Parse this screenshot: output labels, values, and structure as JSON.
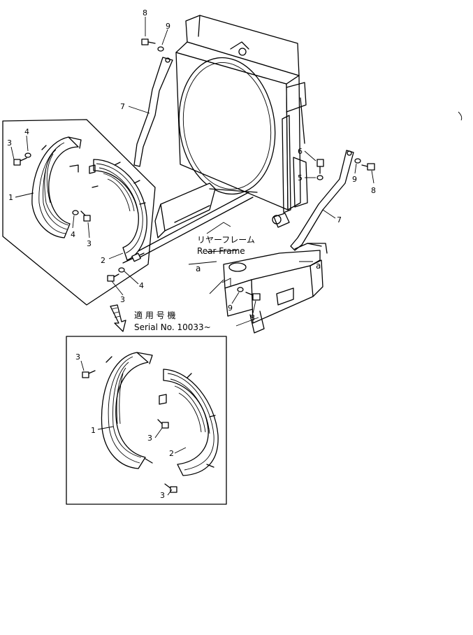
{
  "labels": {
    "rear_frame_jp": "リヤーフレーム",
    "rear_frame_en": "Rear Frame",
    "serial_jp": "適 用 号 機",
    "serial_en": "Serial No. 10033~",
    "ref_a": "a"
  },
  "callouts": {
    "p1": "1",
    "p2": "2",
    "p3": "3",
    "p4": "4",
    "p5": "5",
    "p6": "6",
    "p7": "7",
    "p8": "8",
    "p9": "9"
  }
}
